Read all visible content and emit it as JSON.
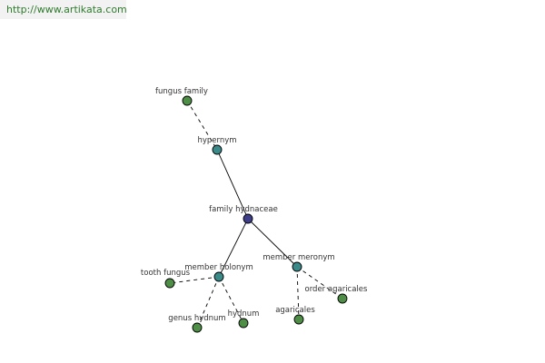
{
  "header": {
    "url": "http://www.artikata.com"
  },
  "colors": {
    "center": "#3e3e8a",
    "relation": "#3b8a8a",
    "leaf": "#4f8e46"
  },
  "graph": {
    "nodes": [
      {
        "id": "fungus-family",
        "label": "fungus family",
        "kind": "leaf"
      },
      {
        "id": "hypernym",
        "label": "hypernym",
        "kind": "relation"
      },
      {
        "id": "family-hydnaceae",
        "label": "family hydnaceae",
        "kind": "center"
      },
      {
        "id": "member-holonym",
        "label": "member holonym",
        "kind": "relation"
      },
      {
        "id": "member-meronym",
        "label": "member meronym",
        "kind": "relation"
      },
      {
        "id": "tooth-fungus",
        "label": "tooth fungus",
        "kind": "leaf"
      },
      {
        "id": "genus-hydnum",
        "label": "genus hydnum",
        "kind": "leaf"
      },
      {
        "id": "hydnum",
        "label": "hydnum",
        "kind": "leaf"
      },
      {
        "id": "agaricales",
        "label": "agaricales",
        "kind": "leaf"
      },
      {
        "id": "order-agaricales",
        "label": "order agaricales",
        "kind": "leaf"
      }
    ],
    "edges": [
      {
        "from": "fungus-family",
        "to": "hypernym",
        "style": "dashed"
      },
      {
        "from": "hypernym",
        "to": "family-hydnaceae",
        "style": "solid"
      },
      {
        "from": "family-hydnaceae",
        "to": "member-holonym",
        "style": "solid"
      },
      {
        "from": "family-hydnaceae",
        "to": "member-meronym",
        "style": "solid"
      },
      {
        "from": "member-holonym",
        "to": "tooth-fungus",
        "style": "dashed"
      },
      {
        "from": "member-holonym",
        "to": "genus-hydnum",
        "style": "dashed"
      },
      {
        "from": "member-holonym",
        "to": "hydnum",
        "style": "dashed"
      },
      {
        "from": "member-meronym",
        "to": "agaricales",
        "style": "dashed"
      },
      {
        "from": "member-meronym",
        "to": "order-agaricales",
        "style": "dashed"
      }
    ]
  }
}
